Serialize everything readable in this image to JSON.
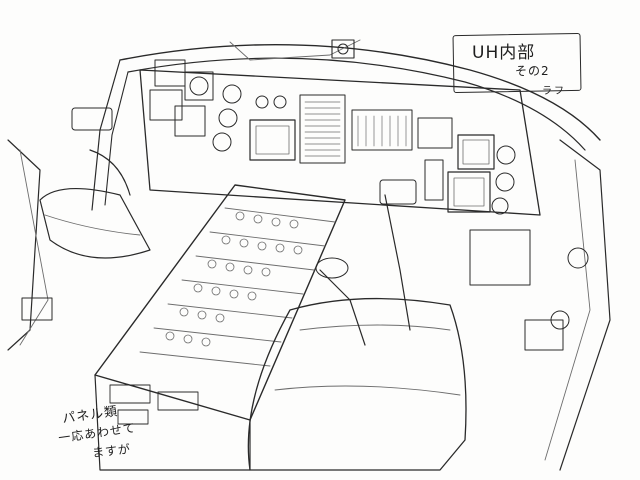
{
  "annotations": {
    "title": {
      "line1": "UH内部",
      "line2": "その2",
      "line3": "ラフ"
    },
    "note": {
      "line1": "パネル類",
      "line2": "一応あわせて",
      "line3": "ますが"
    }
  },
  "colors": {
    "paper": "#fdfdfc",
    "pencil": "#2a2a2a"
  }
}
